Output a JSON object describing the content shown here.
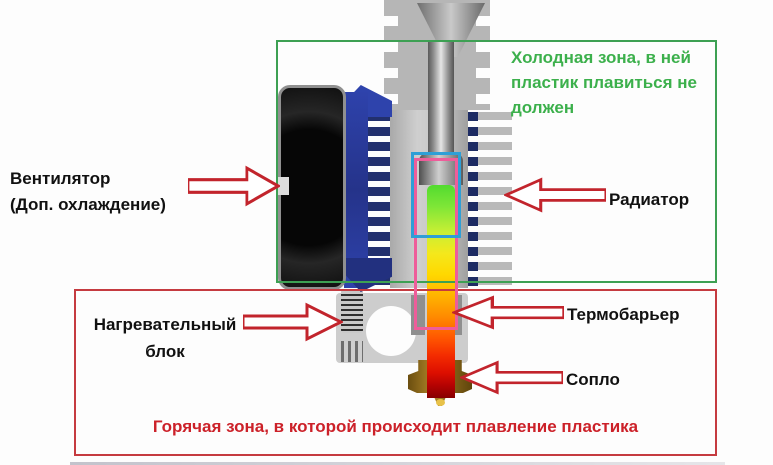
{
  "diagram": {
    "zones": {
      "cold": {
        "label": "Холодная зона, в ней пластик плавиться не должен"
      },
      "hot": {
        "label": "Горячая зона, в которой происходит плавление пластика"
      }
    },
    "labels": {
      "fan_line1": "Вентилятор",
      "fan_line2": "(Доп. охлаждение)",
      "radiator": "Радиатор",
      "heater_line1": "Нагревательный",
      "heater_line2": "блок",
      "thermal_barrier": "Термобарьер",
      "nozzle": "Сопло"
    },
    "colors": {
      "cold_zone_border": "#3da053",
      "cold_zone_text": "#3cb04c",
      "hot_zone_border": "#c53b40",
      "hot_zone_text": "#cc2129",
      "arrow_stroke": "#c2242c",
      "label_text": "#111111",
      "thermal_barrier_box_blue": "#2e9fd6",
      "thermal_barrier_box_pink": "#ee5d9a",
      "heatsink_fin_navy": "#1d2b63",
      "fan_frame_blue": "#2e42ab",
      "nozzle_brass": "#8d6a1a"
    }
  }
}
